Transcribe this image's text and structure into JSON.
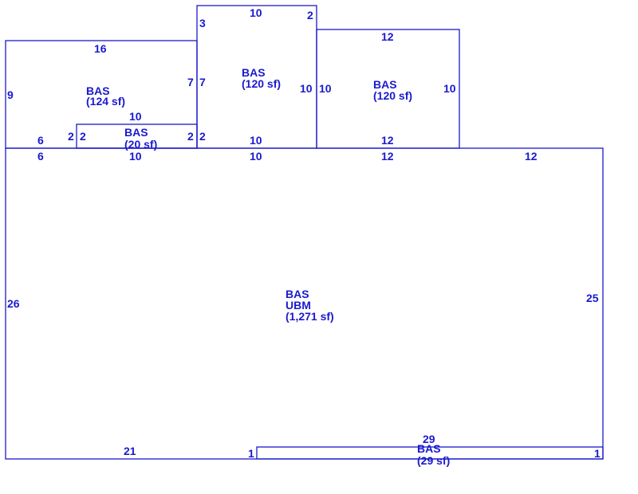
{
  "colors": {
    "line": "#1a1acd",
    "text": "#1a1acd",
    "background": "#ffffff"
  },
  "dimensions": {
    "a_top": "16",
    "a_left": "9",
    "a_right_out": "7",
    "a_right_in": "7",
    "a_bot_left_out": "6",
    "a_bot_left_in": "6",
    "d_top": "10",
    "d_left_out": "2",
    "d_left_in": "2",
    "d_right_out": "2",
    "d_right_in": "2",
    "d_bot": "10",
    "b_top": "10",
    "b_left": "3",
    "b_right_corner": "2",
    "b_right_out": "10",
    "b_right_in": "10",
    "b_bot_out": "10",
    "b_bot_in": "10",
    "c_top": "12",
    "c_right": "10",
    "c_bot_out": "12",
    "c_bot_in": "12",
    "m_top_right": "12",
    "m_left": "26",
    "m_right": "25",
    "m_bot": "21",
    "e_top": "29",
    "e_left": "1",
    "e_right": "1"
  },
  "areas": {
    "a": {
      "code": "BAS",
      "size": "(124 sf)"
    },
    "b": {
      "code": "BAS",
      "size": "(120 sf)"
    },
    "c": {
      "code": "BAS",
      "size": "(120 sf)"
    },
    "d": {
      "code": "BAS",
      "size": "(20 sf)"
    },
    "main": {
      "code1": "BAS",
      "code2": "UBM",
      "size": "(1,271 sf)"
    },
    "e": {
      "code": "BAS",
      "size": "(29 sf)"
    }
  }
}
